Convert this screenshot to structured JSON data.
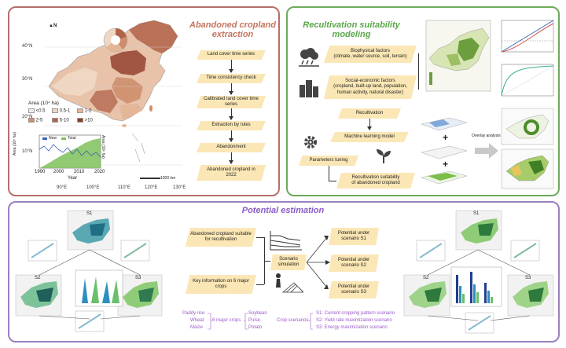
{
  "panel1": {
    "title_line1": "Abandoned cropland",
    "title_line2": "extraction",
    "lat_labels": [
      "40°N",
      "30°N",
      "20°N",
      "10°N"
    ],
    "lon_labels": [
      "90°E",
      "100°E",
      "110°E",
      "120°E",
      "130°E"
    ],
    "north": "N",
    "legend_title": "Area (10⁴ ha)",
    "legend_items": [
      "<0.5",
      "0.5-1",
      "1-2",
      "2-5",
      "5-10",
      ">10"
    ],
    "legend_colors": [
      "#f7ece4",
      "#f0d7c4",
      "#e4b698",
      "#cd8c6a",
      "#b06349",
      "#8e3b2a"
    ],
    "scale": "1000 km",
    "inset": {
      "legend_new": "New",
      "legend_total": "Total",
      "ylabel_left": "Area (10⁵ ha)",
      "ylabel_right": "Area (10⁶ ha)",
      "xlabel": "Year",
      "xticks": [
        "1990",
        "2000",
        "2010",
        "2020"
      ]
    },
    "steps": [
      "Land cover time series",
      "Time consistency check",
      "Calibrated land cover time series",
      "Extraction by rules",
      "Abandonment",
      "Abandoned cropland in 2022"
    ]
  },
  "panel2": {
    "title_line1": "Recultivation  suitability",
    "title_line2": "modeling",
    "bio_title": "Biophysical  factors",
    "bio_sub": "(climate, water source, soil, terrain)",
    "soc_title": "Social-economic factors",
    "soc_sub1": "(cropland, built-up land, population,",
    "soc_sub2": "human activity, natural disaster)",
    "recultivation": "Recultivation",
    "ml_model": "Machine learning model",
    "param_tuning": "Parameters tuning",
    "suit_line1": "Recultivation suitability",
    "suit_line2": "of abandoned cropland",
    "overlay": "Overlay analysis",
    "plus": "+"
  },
  "panel3": {
    "title": "Potential estimation",
    "box1": "Abandoned cropland suitable for recultivation",
    "box2": "Key information on 6 major crops",
    "scenario_sim": "Scenario simulation",
    "s1": "Potential under scenario S1",
    "s2": "Potential under scenario S2",
    "s3": "Potential under scenario S3",
    "crops_left": [
      "Paddy rice",
      "Wheat",
      "Maize"
    ],
    "crops_center": "6 major crops",
    "crops_right": [
      "Soybean",
      "Pulse",
      "Potato"
    ],
    "crop_scenarios": "Crop scenarios",
    "scenario_list": [
      "S1: Current cropping pattern scenario",
      "S2: Yield rate maximization scenario",
      "S3: Energy maximization scenario"
    ],
    "map_labels": [
      "S1",
      "S2",
      "S3"
    ]
  },
  "colors": {
    "panel1_border": "#b5706a",
    "panel2_border": "#6bab5b",
    "panel3_border": "#9b7fc0",
    "box_fill": "#fbe7b5",
    "title1": "#c4755f",
    "title2": "#5aa64a",
    "title3": "#8a5bc8"
  }
}
